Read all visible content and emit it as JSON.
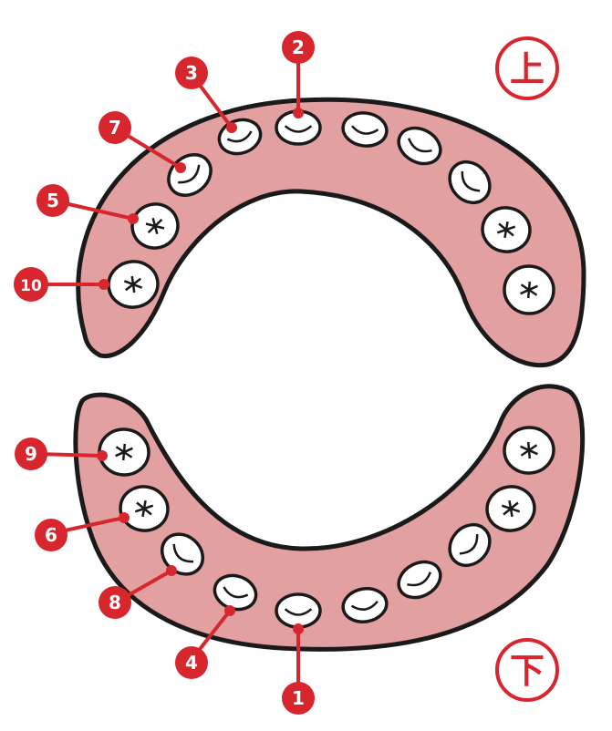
{
  "colors": {
    "gum": "#e3a0a0",
    "gum_outline": "#1a1a1a",
    "tooth": "#ffffff",
    "tooth_shade": "#d8d8d8",
    "marker": "#d7262d",
    "marker_text": "#ffffff",
    "jaw_circle": "#d7262d"
  },
  "labels": {
    "upper_jaw": "上",
    "lower_jaw": "下"
  },
  "markers": [
    {
      "number": "1",
      "jaw": "lower",
      "tooth": "central-incisor"
    },
    {
      "number": "2",
      "jaw": "upper",
      "tooth": "central-incisor"
    },
    {
      "number": "3",
      "jaw": "upper",
      "tooth": "lateral-incisor"
    },
    {
      "number": "4",
      "jaw": "lower",
      "tooth": "lateral-incisor"
    },
    {
      "number": "5",
      "jaw": "upper",
      "tooth": "first-molar"
    },
    {
      "number": "6",
      "jaw": "lower",
      "tooth": "first-molar"
    },
    {
      "number": "7",
      "jaw": "upper",
      "tooth": "canine"
    },
    {
      "number": "8",
      "jaw": "lower",
      "tooth": "canine"
    },
    {
      "number": "9",
      "jaw": "lower",
      "tooth": "second-molar"
    },
    {
      "number": "10",
      "jaw": "upper",
      "tooth": "second-molar"
    }
  ]
}
